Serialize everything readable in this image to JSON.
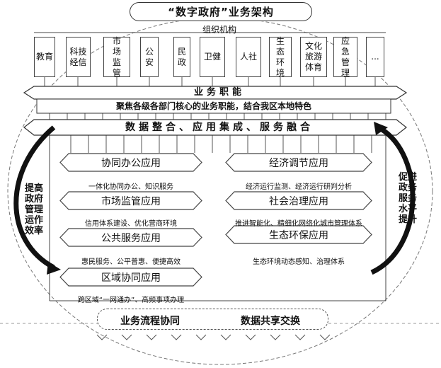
{
  "title": "“数字政府”业务架构",
  "org_label": "组织机构",
  "departments": [
    "教育",
    "科技\n经信",
    "市\n场\n监\n管",
    "公\n安",
    "民\n政",
    "卫健",
    "人社",
    "生\n态\n环\n境",
    "文化\n旅游\n体育",
    "应\n急\n管\n理",
    "..."
  ],
  "business_function": "业务职能",
  "focus_text": "聚焦各级各部门核心的业务职能，结合我区本地特色",
  "integration_text": "数据整合、应用集成、服务融合",
  "left_apps": [
    {
      "label": "协同办公应用",
      "desc": "一体化协同办公、知识服务"
    },
    {
      "label": "市场监管应用",
      "desc": "信用体系建设、优化营商环境"
    },
    {
      "label": "公共服务应用",
      "desc": "惠民服务、公平普惠、便捷高效"
    },
    {
      "label": "区域协同应用",
      "desc": "跨区域“一网通办”、高频事项办理"
    }
  ],
  "right_apps": [
    {
      "label": "经济调节应用",
      "desc": "经济运行监测、经济运行研判分析"
    },
    {
      "label": "社会治理应用",
      "desc": "推进智能化、精细化网络化城市管理体系"
    },
    {
      "label": "生态环保应用",
      "desc": "生态环境动态感知、治理体系"
    }
  ],
  "left_side_text": "提高\n政府\n管理\n运作\n效率",
  "right_side_text": "促进\n政务\n服务\n水平\n提升",
  "bottom_items": [
    "业务流程协同",
    "数据共享交换"
  ],
  "colors": {
    "line": "#333333",
    "arrow": "#111111",
    "dashed": "#777777"
  }
}
